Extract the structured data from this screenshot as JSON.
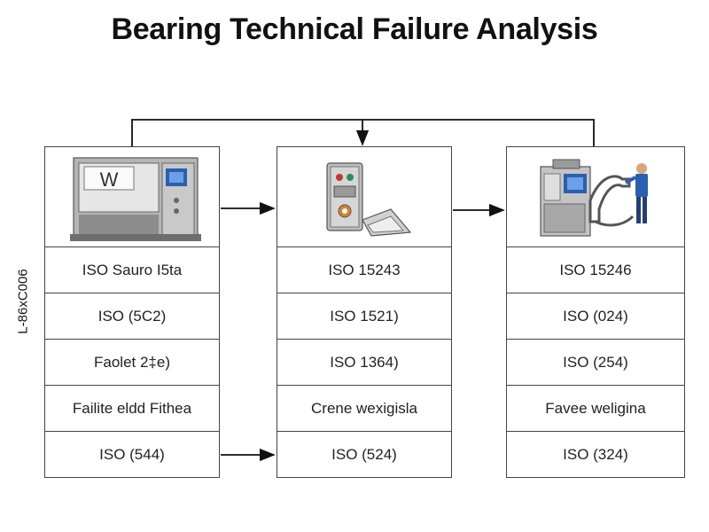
{
  "title": "Bearing Technical Failure Analysis",
  "side_label": "L-86xC006",
  "columns": [
    {
      "image_icon": "machine-cabinet-icon",
      "image_text": "W",
      "cells": [
        "ISO Sauro I5ta",
        "ISO (5C2)",
        "Faolet 2‡e)",
        "Failite eldd Fithea",
        "ISO (544)"
      ]
    },
    {
      "image_icon": "control-panel-icon",
      "cells": [
        "ISO 15243",
        "ISO 1521)",
        "ISO 1364)",
        "Crene wexigisla",
        "ISO (524)"
      ]
    },
    {
      "image_icon": "technician-machine-icon",
      "cells": [
        "ISO 15246",
        "ISO (024)",
        "ISO (254)",
        "Favee weligina",
        "ISO (324)"
      ]
    }
  ],
  "colors": {
    "border": "#444444",
    "machine_gray": "#9a9a9a",
    "screen_blue": "#2a5fb0",
    "accent_orange": "#d9822b"
  }
}
